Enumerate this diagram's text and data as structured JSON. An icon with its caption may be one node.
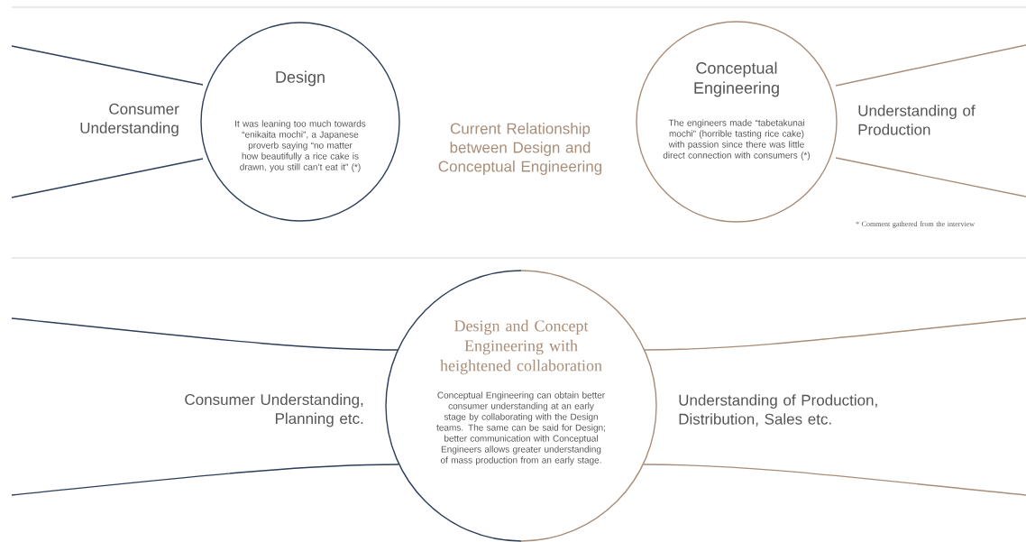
{
  "diagram": {
    "nodes": [
      {
        "text": [
          "Design",
          "It was leaning too much towards “enikaita mochi”, a Japanese proverb saying “no matter how beautifully a rice cake is drawn, you still can’t eat it” (*)"
        ]
      },
      {
        "text": [
          "Conceptual Engineering",
          "The engineers made “tabetakunai mochi” (horrible tasting rice cake) with passion since there was little direct connection with consumers (*)"
        ]
      },
      {
        "text": [
          "Design and Concept Engineering with heightened collaboration",
          "Conceptual Engineering can obtain better consumer understanding at an early stage by collaborating with the Design teams. The same can be said for Design; better communication with Conceptual Engineers allows greater understanding of mass production from an early stage."
        ]
      }
    ],
    "labels": [
      "Consumer Understanding",
      "Current Relationship between Design and Conceptual Engineering",
      "Understanding of Production",
      "* Comment gathered from the interview",
      "Consumer Understanding, Planning etc.",
      "Understanding of Production, Distribution, Sales etc."
    ]
  }
}
